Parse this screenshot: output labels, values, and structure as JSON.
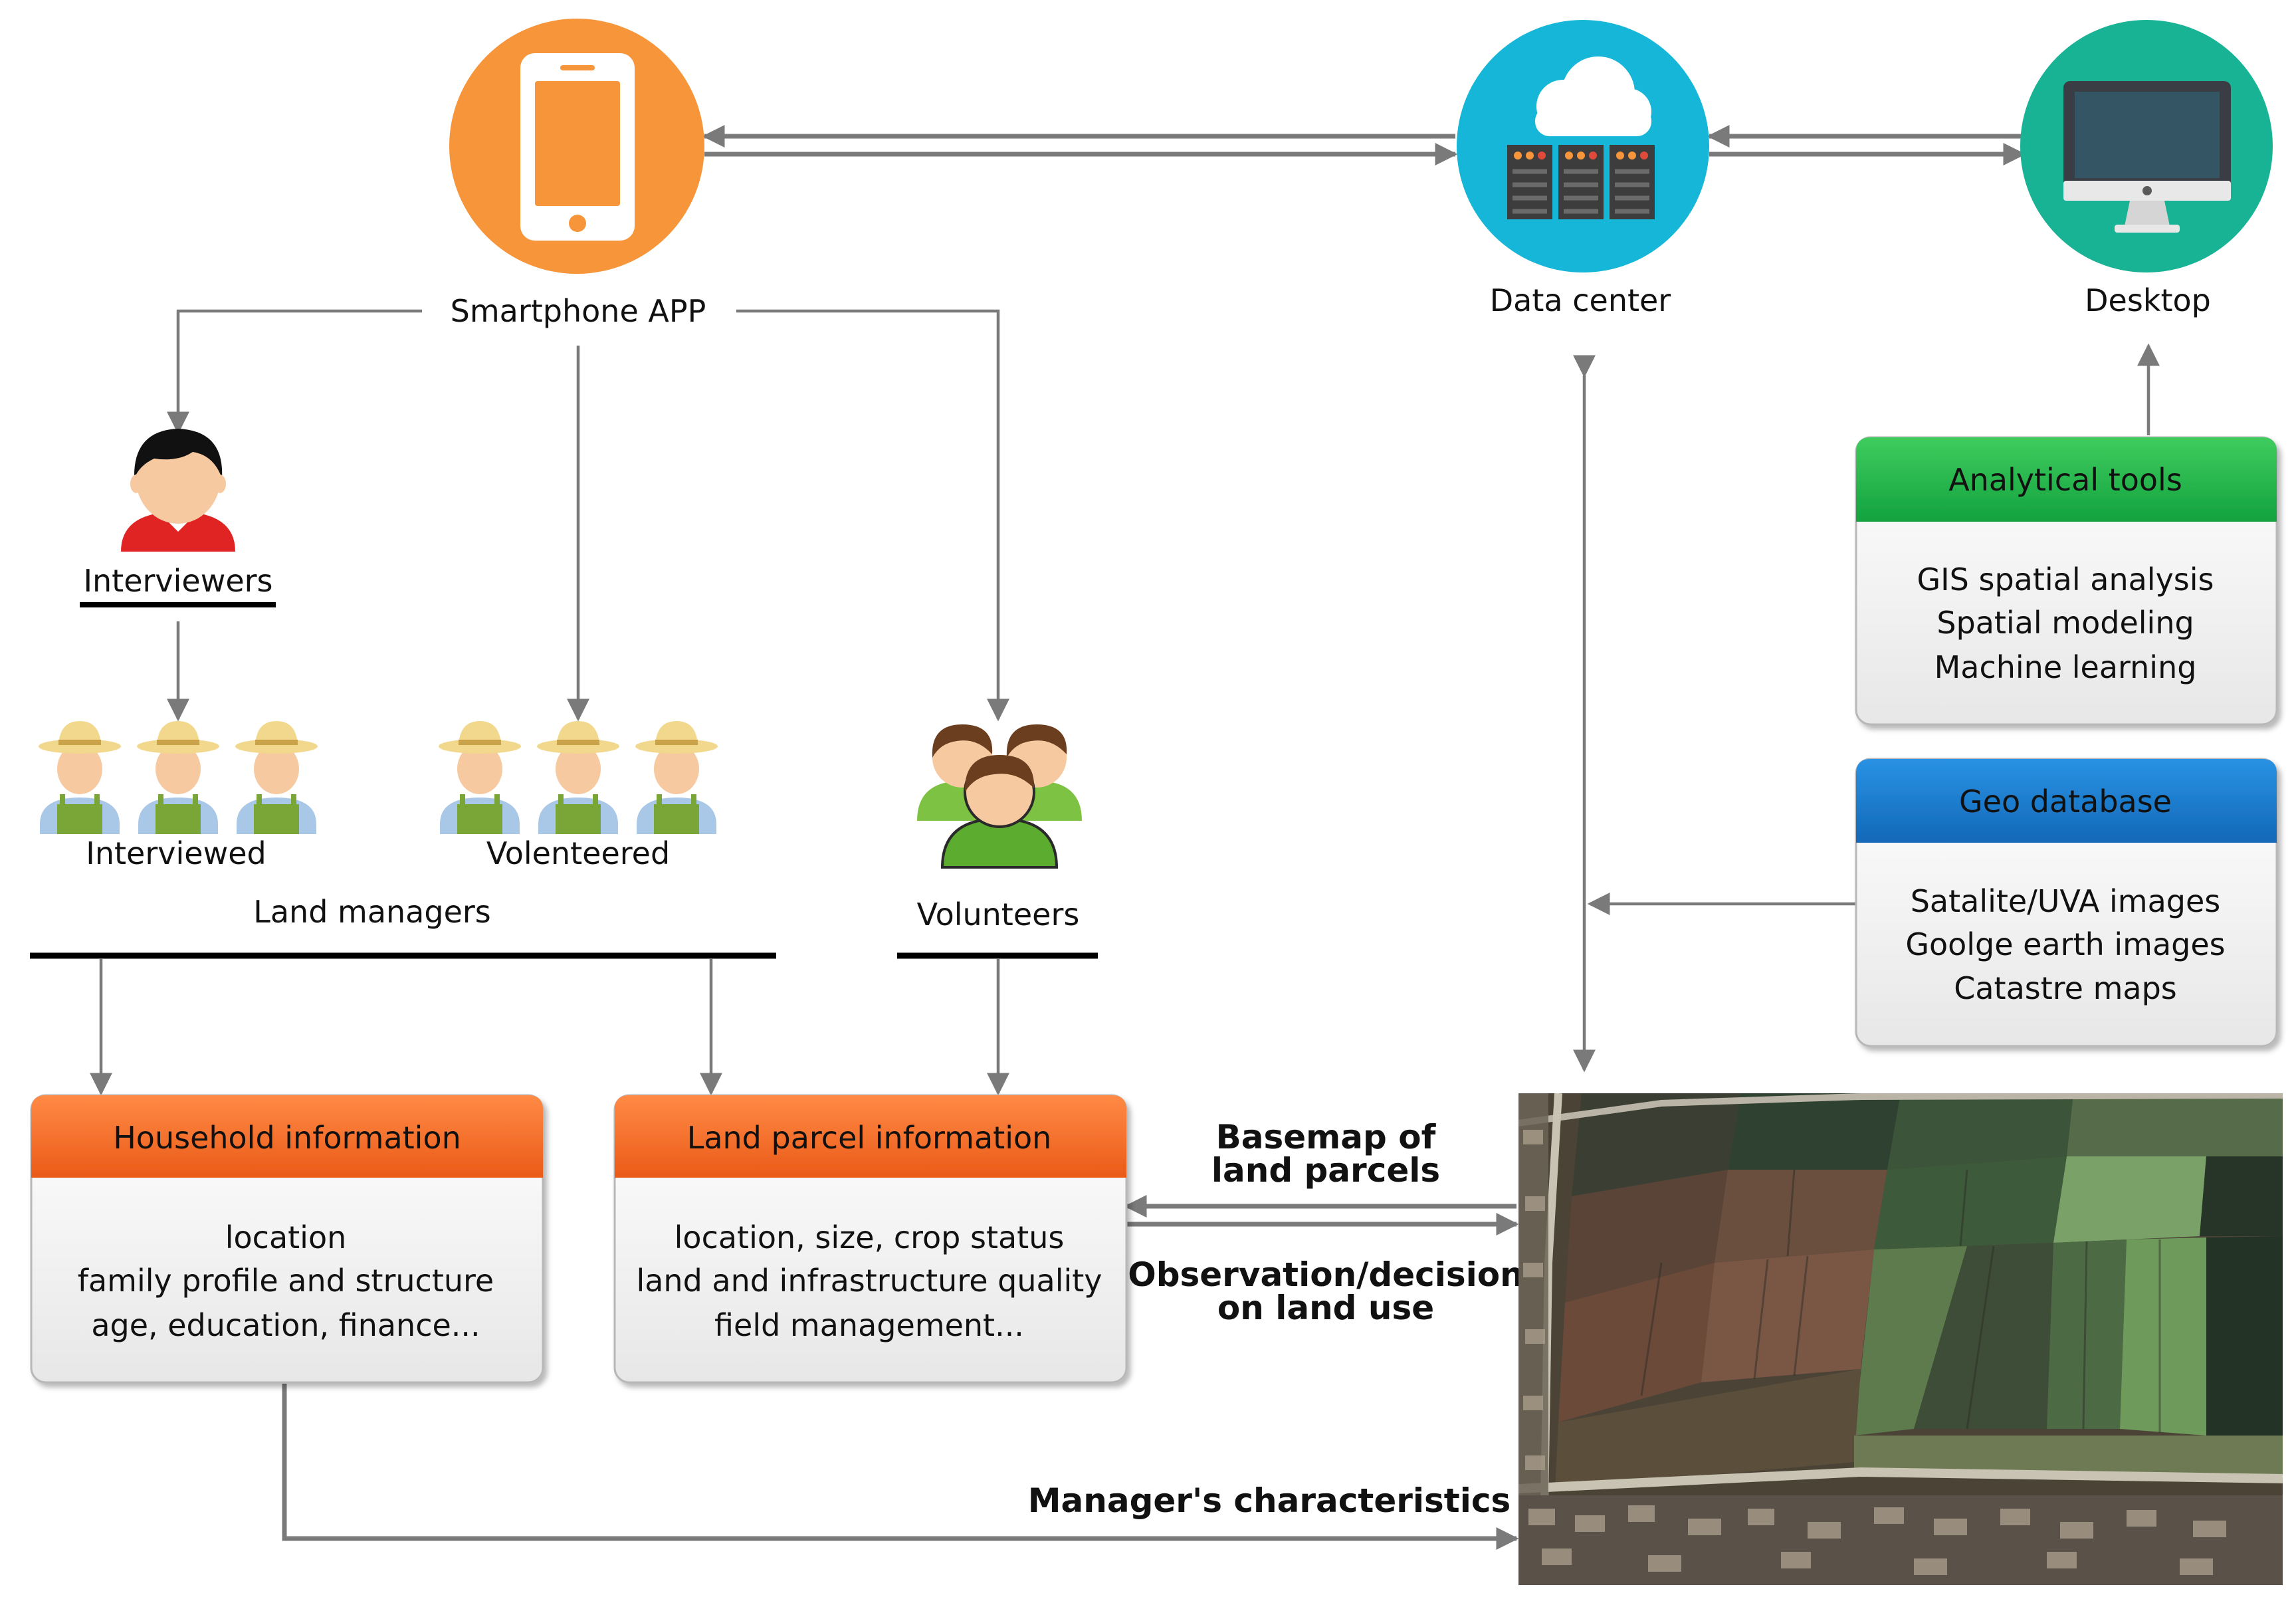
{
  "nodes": {
    "smartphone": "Smartphone APP",
    "data_center": "Data center",
    "desktop": "Desktop",
    "interviewers": "Interviewers",
    "interviewed": "Interviewed",
    "volenteered": "Volenteered",
    "land_managers": "Land managers",
    "volunteers": "Volunteers"
  },
  "boxes": {
    "analytical": {
      "title": "Analytical tools",
      "lines": [
        "GIS spatial analysis",
        "Spatial modeling",
        "Machine learning"
      ]
    },
    "geo": {
      "title": "Geo database",
      "lines": [
        "Satalite/UVA images",
        "Goolge earth images",
        "Catastre maps"
      ]
    },
    "household": {
      "title": "Household information",
      "lines": [
        "location",
        "family profile and structure",
        "age, education, finance..."
      ]
    },
    "parcel": {
      "title": "Land parcel information",
      "lines": [
        "location, size, crop status",
        "land and infrastructure quality",
        "field management..."
      ]
    }
  },
  "flows": {
    "basemap": [
      "Basemap of",
      "land parcels"
    ],
    "observation": [
      "Observation/decision",
      "on land use"
    ],
    "manager": "Manager's characteristics"
  },
  "colors": {
    "smartphone_circle": "#f7953a",
    "data_center_circle": "#15b6d8",
    "desktop_circle": "#17b394",
    "analytical_header": "#1bb24b",
    "geo_header": "#1576c9",
    "info_header": "#f26322",
    "connector": "#7a7a7a"
  }
}
